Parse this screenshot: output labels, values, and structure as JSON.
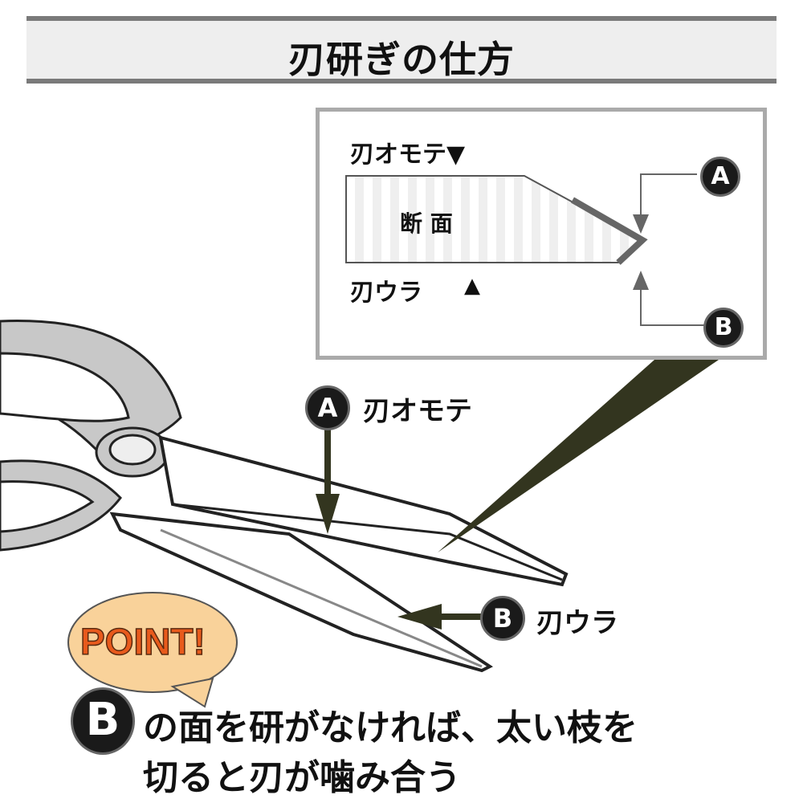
{
  "header": {
    "title": "刃研ぎの仕方"
  },
  "inset": {
    "top_label": "刃オモテ▼",
    "bottom_label": "刃ウラ",
    "bottom_marker": "▲",
    "section_label": "断 面",
    "marker_a": "A",
    "marker_b": "B"
  },
  "callouts": {
    "a_marker": "A",
    "a_label": "刃オモテ",
    "b_marker": "B",
    "b_label": "刃ウラ"
  },
  "point": {
    "badge": "POINT!",
    "marker": "B",
    "line1": "の面を研がなければ、太い枝を",
    "line2": "切ると刃が噛み合う"
  },
  "colors": {
    "arrow_olive": "#33351f",
    "bubble_fill": "#f9d29a",
    "point_text": "#e85a1c",
    "band_gray": "#7a7a7a"
  }
}
